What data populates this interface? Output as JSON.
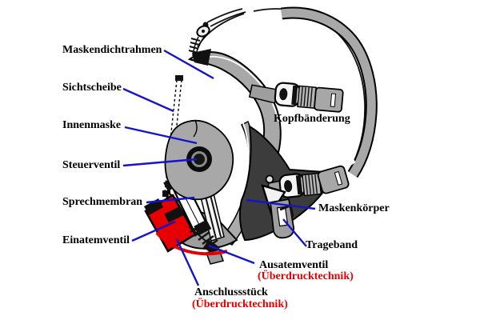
{
  "labels": {
    "maskendichtrahmen": "Maskendichtrahmen",
    "sichtscheibe": "Sichtscheibe",
    "innenmaske": "Innenmaske",
    "steuerventil": "Steuerventil",
    "sprechmembran": "Sprechmembran",
    "einatemventil": "Einatemventil",
    "kopfbaenderung": "Kopfbänderung",
    "maskenkoerper": "Maskenkörper",
    "trageband": "Trageband",
    "ausatemventil": "Ausatemventil",
    "ausatemventil_note": "(Überdrucktechnik)",
    "anschlussstueck": "Anschlussstück",
    "anschlussstueck_note": "(Überdrucktechnik)"
  },
  "colors": {
    "pointer_line": "#1414cc",
    "label_text": "#000000",
    "note_text": "#e60000",
    "highlight_part_red": "#e60000",
    "mask_light_gray": "#a8a8a8",
    "mask_dark_gray": "#3c3c3c",
    "background": "#ffffff"
  }
}
